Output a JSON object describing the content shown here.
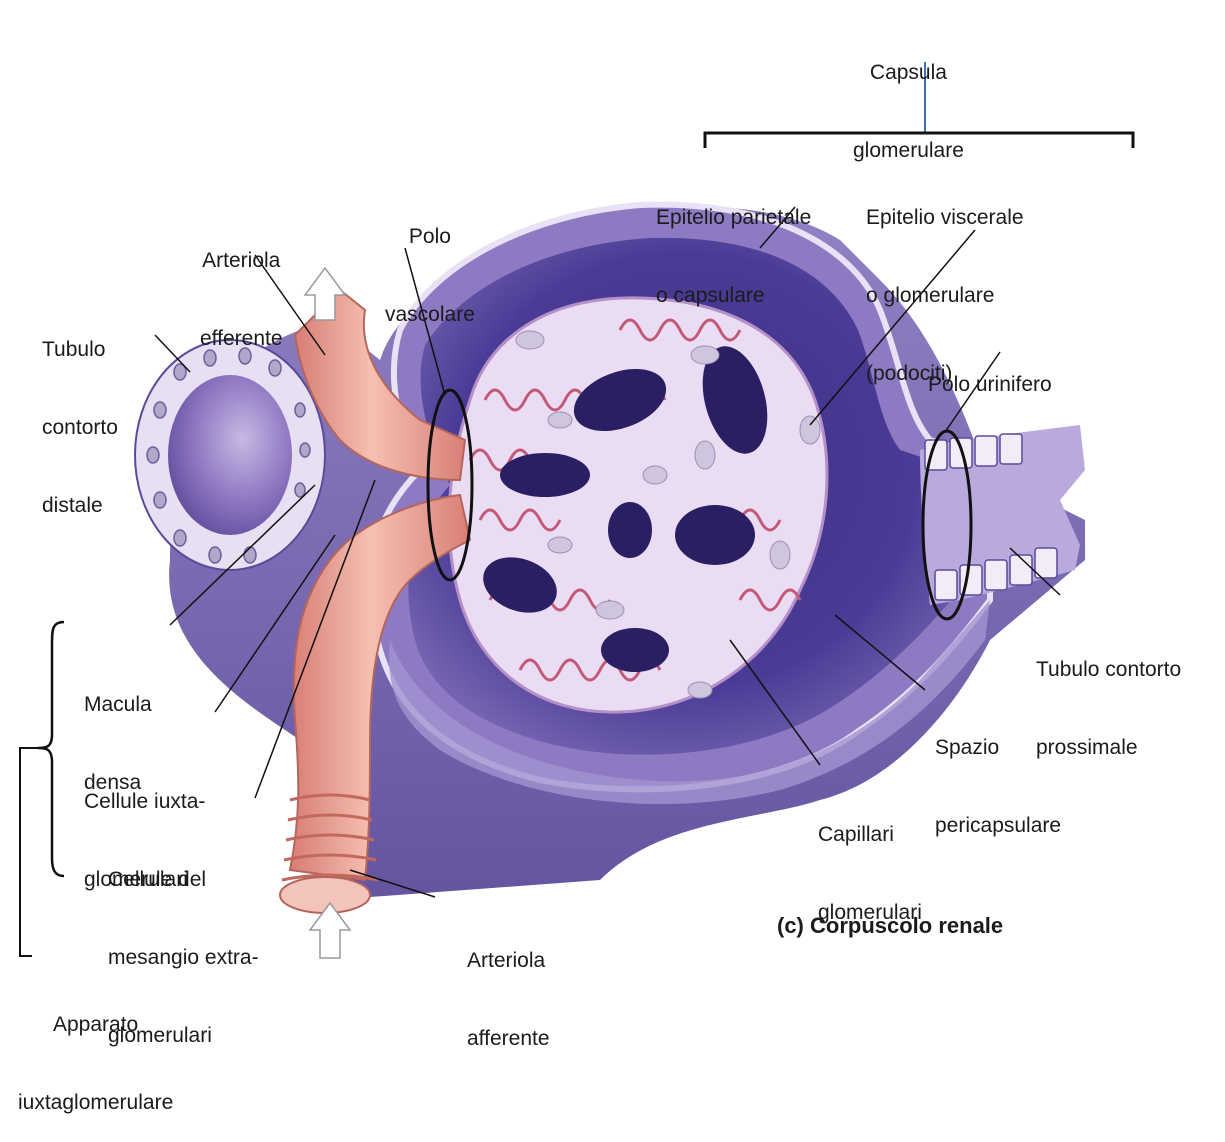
{
  "labels": {
    "capsula": [
      "Capsula",
      "glomerulare"
    ],
    "epitelio_parietale": [
      "Epitelio parietale",
      "o capsulare"
    ],
    "epitelio_viscerale": [
      "Epitelio viscerale",
      "o glomerulare",
      "(podociti)"
    ],
    "polo_vascolare": [
      "Polo",
      "vascolare"
    ],
    "arteriola_efferente": [
      "Arteriola",
      "efferente"
    ],
    "tubulo_distale": [
      "Tubulo",
      "contorto",
      "distale"
    ],
    "polo_urinifero": [
      "Polo urinifero"
    ],
    "tubulo_prossimale": [
      "Tubulo contorto",
      "prossimale"
    ],
    "spazio": [
      "Spazio",
      "pericapsulare"
    ],
    "capillari": [
      "Capillari",
      "glomerulari"
    ],
    "macula": [
      "Macula",
      "densa"
    ],
    "cellule_iuxta": [
      "Cellule iuxta-",
      "glomerulari"
    ],
    "cellule_mesangio": [
      "Cellule del",
      "mesangio extra-",
      "glomerulari"
    ],
    "arteriola_afferente": [
      "Arteriola",
      "afferente"
    ],
    "apparato": [
      "Apparato",
      "iuxtaglomerulare"
    ],
    "title": "(c) Corpuscolo renale"
  },
  "colors": {
    "capsule_purple": "#6b5aa6",
    "capsule_dark": "#2e2570",
    "capillary_pink": "#e9b7c9",
    "arteriole_pink": "#e79a8e",
    "line": "#1a1a1a",
    "accent_line": "#3a6fb0"
  }
}
